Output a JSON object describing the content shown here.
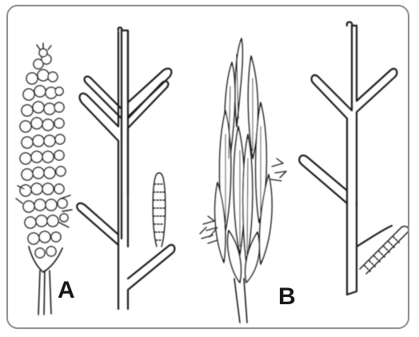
{
  "figure": {
    "panel_a": {
      "label": "A"
    },
    "panel_b": {
      "label": "B"
    }
  },
  "colors": {
    "frame_border": "#8e8e8e",
    "ink": "#1e1e1e",
    "background": "#ffffff"
  },
  "icons": [
    "spike-cluster-a",
    "branch-outline-a",
    "spike-cluster-b",
    "branch-outline-b"
  ]
}
